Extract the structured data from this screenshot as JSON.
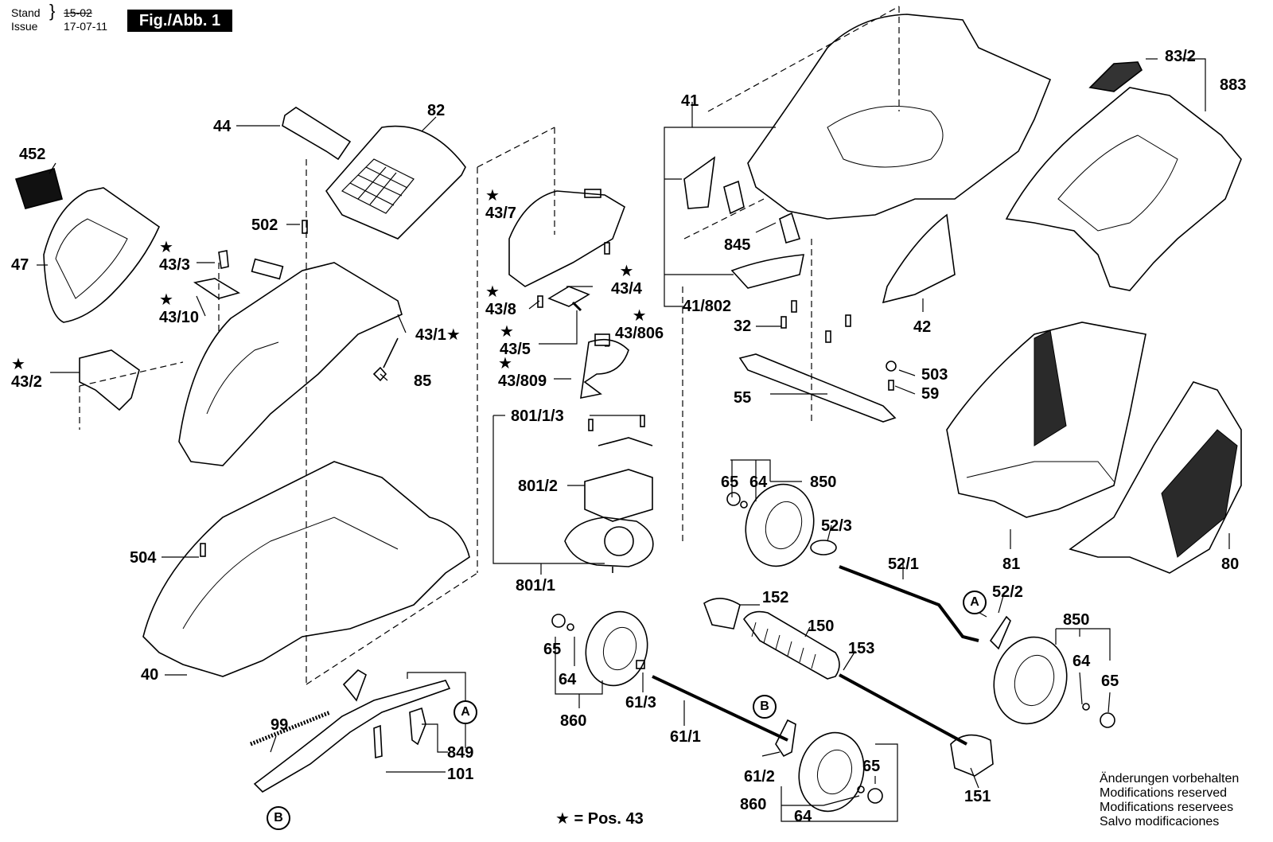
{
  "header": {
    "stand_label": "Stand",
    "issue_label": "Issue",
    "old_date": "15-02",
    "new_date": "17-07-11",
    "figure_title": "Fig./Abb. 1"
  },
  "labels": {
    "p452": "452",
    "p47": "47",
    "p43_2": "★\n43/2",
    "p44": "44",
    "p82": "82",
    "p502": "502",
    "p43_3": "★\n43/3",
    "p43_10": "★\n43/10",
    "p43_1": "43/1★",
    "p85": "85",
    "p504": "504",
    "p40": "40",
    "p99": "99",
    "p849": "849",
    "p101": "101",
    "p43_7": "★\n43/7",
    "p43_4": "★\n43/4",
    "p43_8": "★\n43/8",
    "p43_5": "★\n43/5",
    "p43_806": "★\n43/806",
    "p43_809": "★\n43/809",
    "p801_1_3": "801/1/3",
    "p801_2": "801/2",
    "p801_1": "801/1",
    "p65a": "65",
    "p64a": "64",
    "p860a": "860",
    "p61_3": "61/3",
    "p61_1": "61/1",
    "p61_2": "61/2",
    "p860b": "860",
    "p64b": "64",
    "p65b": "65",
    "p41": "41",
    "p845": "845",
    "p41_802": "41/802",
    "p32": "32",
    "p42": "42",
    "p55": "55",
    "p503": "503",
    "p59": "59",
    "p65c": "65",
    "p64c": "64",
    "p850a": "850",
    "p52_3": "52/3",
    "p52_1": "52/1",
    "p152": "152",
    "p150": "150",
    "p153": "153",
    "p52_2": "52/2",
    "p151": "151",
    "p850b": "850",
    "p64d": "64",
    "p65d": "65",
    "p83_2": "83/2",
    "p883": "883",
    "p81": "81",
    "p80": "80"
  },
  "callouts": {
    "a1": "A",
    "a2": "A",
    "b1": "B",
    "b2": "B"
  },
  "legend": "★ = Pos. 43",
  "modifications": [
    "Änderungen vorbehalten",
    "Modifications reserved",
    "Modifications reservees",
    "Salvo modificaciones"
  ],
  "colors": {
    "line": "#000000",
    "mesh": "#2a2a2a",
    "background": "#ffffff"
  }
}
